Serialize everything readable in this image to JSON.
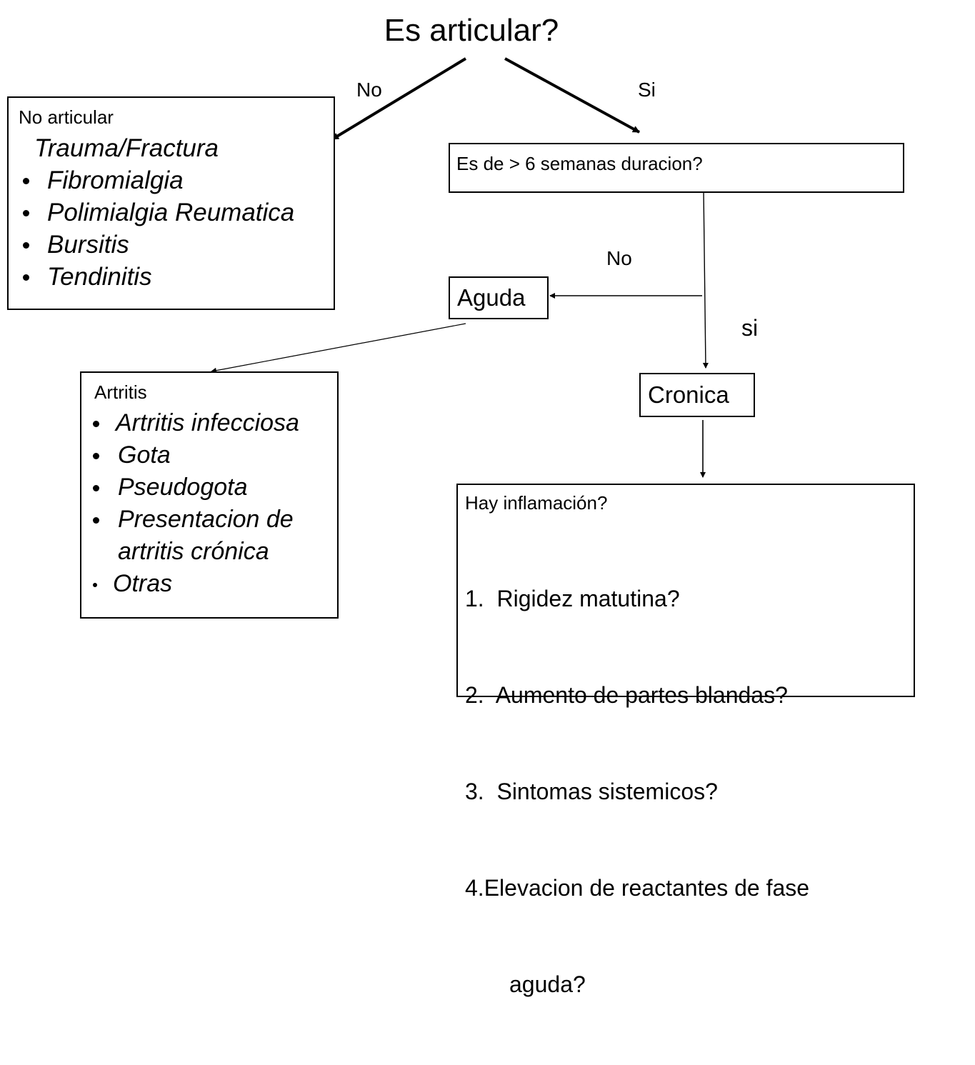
{
  "title": "Es articular?",
  "edges": {
    "no_1": "No",
    "si_1": "Si",
    "no_2": "No",
    "si_2": "si"
  },
  "no_articular": {
    "heading": "No articular",
    "first": "Trauma/Fractura",
    "items": [
      "Fibromialgia",
      "Polimialgia Reumatica",
      "Bursitis",
      "Tendinitis"
    ]
  },
  "duration_question": "Es de > 6 semanas duracion?",
  "aguda": "Aguda",
  "cronica": "Cronica",
  "artritis": {
    "heading": "Artritis",
    "items": [
      "Artritis infecciosa",
      "Gota",
      "Pseudogota",
      "Presentacion de",
      "artritis crónica",
      "Otras"
    ]
  },
  "inflamacion": {
    "heading": "Hay inflamación?",
    "items": [
      "1.  Rigidez matutina?",
      "2.  Aumento de partes blandas?",
      "3.  Sintomas sistemicos?",
      "4.Elevacion de reactantes de fase",
      "aguda?"
    ]
  }
}
